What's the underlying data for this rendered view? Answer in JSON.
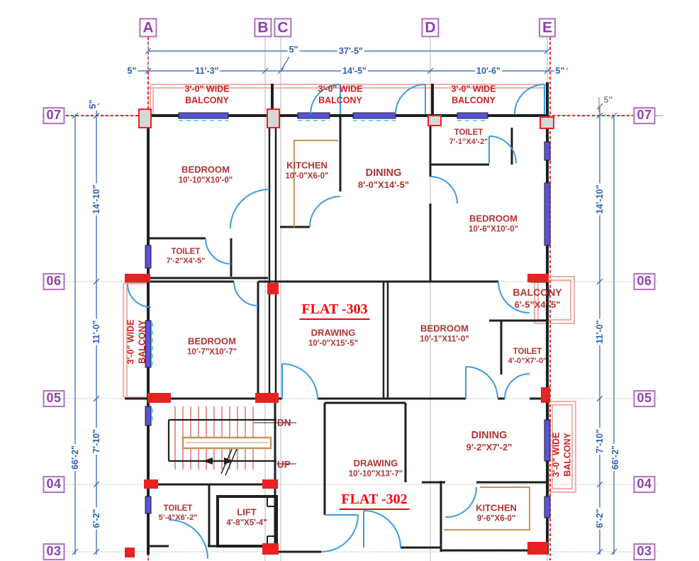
{
  "grid": {
    "col_a": "A",
    "col_b": "B",
    "col_c": "C",
    "col_d": "D",
    "col_e": "E",
    "row_07": "07",
    "row_06": "06",
    "row_05": "05",
    "row_04": "04",
    "row_03": "03"
  },
  "dims": {
    "overall_width": "37'-5\"",
    "seg_5": "5\"",
    "seg_11_3": "11'-3\"",
    "seg_14_5": "14'-5\"",
    "seg_10_6": "10'-6\"",
    "overall_height": "66'-2\"",
    "seg_14_10": "14'-10\"",
    "seg_11_0": "11'-0\"",
    "seg_7_10": "7'-10\"",
    "seg_6_2": "6'-2\""
  },
  "flats": {
    "flat_303": "FLAT -303",
    "flat_302": "FLAT -302"
  },
  "balcony_label": {
    "line1": "3'-0\" WIDE",
    "line2": "BALCONY"
  },
  "rooms": {
    "bedroom_nw": {
      "name": "BEDROOM",
      "size": "10'-10\"X10'-0\""
    },
    "kitchen_303": {
      "name": "KITCHEN",
      "size": "10'-0\"X6-0\""
    },
    "dining_303": {
      "name": "DINING",
      "size": "8'-0\"X14'-5\""
    },
    "toilet_ne": {
      "name": "TOILET",
      "size": "7'-1\"X4'-2\""
    },
    "bedroom_ne": {
      "name": "BEDROOM",
      "size": "10'-6\"X10'-0\""
    },
    "toilet_w": {
      "name": "TOILET",
      "size": "7'-2\"X4'-5\""
    },
    "bedroom_w": {
      "name": "BEDROOM",
      "size": "10'-7\"X10'-7\""
    },
    "drawing_303": {
      "name": "DRAWING",
      "size": "10'-0\"X15'-5\""
    },
    "bedroom_c": {
      "name": "BEDROOM",
      "size": "10'-1\"X11'-0\""
    },
    "balcony_e": {
      "name": "BALCONY",
      "size": "6'-5\"X4'-5\""
    },
    "toilet_e": {
      "name": "TOILET",
      "size": "4'-0\"X7'-0\""
    },
    "dining_302": {
      "name": "DINING",
      "size": "9'-2\"X7'-2\""
    },
    "drawing_302": {
      "name": "DRAWING",
      "size": "10'-10\"X13'-7\""
    },
    "toilet_s": {
      "name": "TOILET",
      "size": "5'-4\"X6'-2\""
    },
    "lift": {
      "name": "LIFT",
      "size": "4'-8\"X5'-4\""
    },
    "kitchen_302": {
      "name": "KITCHEN",
      "size": "9'-6\"X6-0\""
    }
  },
  "stairs": {
    "down": "DN",
    "up": "UP"
  },
  "colors": {
    "wall": "#1f1f1f",
    "centerline_red": "#ff0000",
    "room_text": "#b03333",
    "flat_text": "#fb0007",
    "dimension_blue": "#2b5fb4",
    "grid_bubble_purple": "#8e3fae",
    "door_blue": "#3f9be0",
    "railing_pink": "#f0a8a2",
    "counter_tan": "#c8965a",
    "window_indigo": "#5a52d8",
    "glass_cyan": "#39c8f0",
    "column_red": "#e82222"
  }
}
